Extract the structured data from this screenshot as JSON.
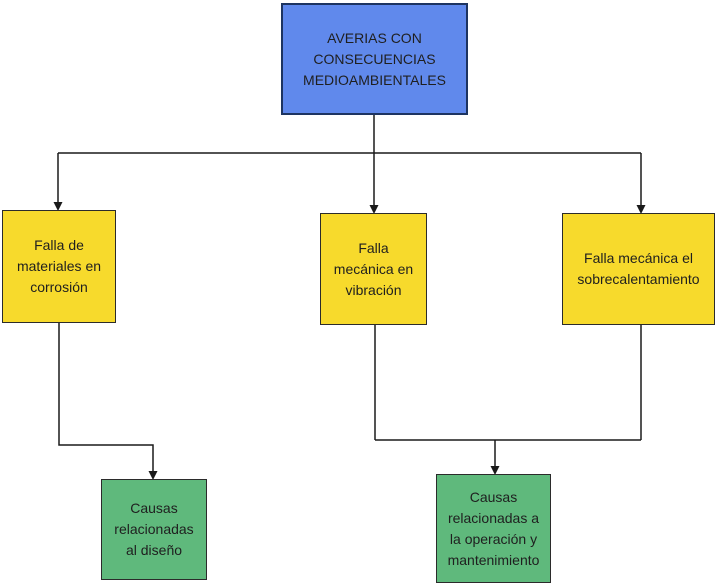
{
  "diagram": {
    "type": "flowchart",
    "background_color": "#ffffff",
    "line_color": "#1a1a1a",
    "text_color": "#1f1f1f",
    "nodes": {
      "root": {
        "label": "AVERIAS CON\nCONSECUENCIAS\nMEDIOAMBIENTALES",
        "fill": "#6089EC",
        "border": "#1d3461"
      },
      "fault_corrosion": {
        "label": "Falla de\nmateriales en\ncorrosión",
        "fill": "#F7DA2C",
        "border": "#2b2b2b"
      },
      "fault_vibration": {
        "label": "Falla\nmecánica en\nvibración",
        "fill": "#F7DA2C",
        "border": "#2b2b2b"
      },
      "fault_overheat": {
        "label": "Falla mecánica el\nsobrecalentamiento",
        "fill": "#F7DA2C",
        "border": "#2b2b2b"
      },
      "cause_design": {
        "label": "Causas\nrelacionadas\nal diseño",
        "fill": "#5FB97C",
        "border": "#2b2b2b"
      },
      "cause_operation": {
        "label": "Causas\nrelacionadas a\nla operación y\nmantenimiento",
        "fill": "#5FB97C",
        "border": "#2b2b2b"
      }
    },
    "edges": [
      {
        "from": "root",
        "to": "fault_corrosion"
      },
      {
        "from": "root",
        "to": "fault_vibration"
      },
      {
        "from": "root",
        "to": "fault_overheat"
      },
      {
        "from": "fault_corrosion",
        "to": "cause_design"
      },
      {
        "from": "fault_vibration",
        "to": "cause_operation"
      },
      {
        "from": "fault_overheat",
        "to": "cause_operation"
      }
    ]
  }
}
